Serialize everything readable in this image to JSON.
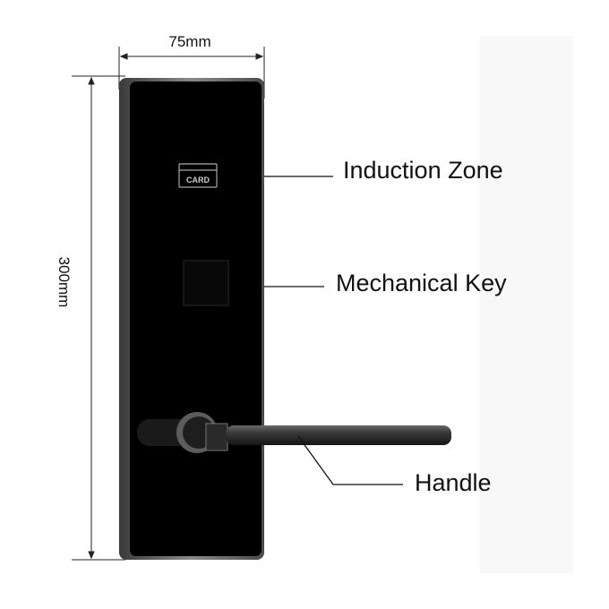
{
  "dimensions": {
    "width_label": "75mm",
    "height_label": "300mm"
  },
  "lock": {
    "card_icon_text": "CARD"
  },
  "callouts": [
    {
      "label": "Induction Zone"
    },
    {
      "label": "Mechanical Key"
    },
    {
      "label": "Handle"
    }
  ],
  "colors": {
    "panel": "#000000",
    "frame": "#5a5a5a",
    "handle": "#2a2a2a",
    "line": "#111111"
  }
}
